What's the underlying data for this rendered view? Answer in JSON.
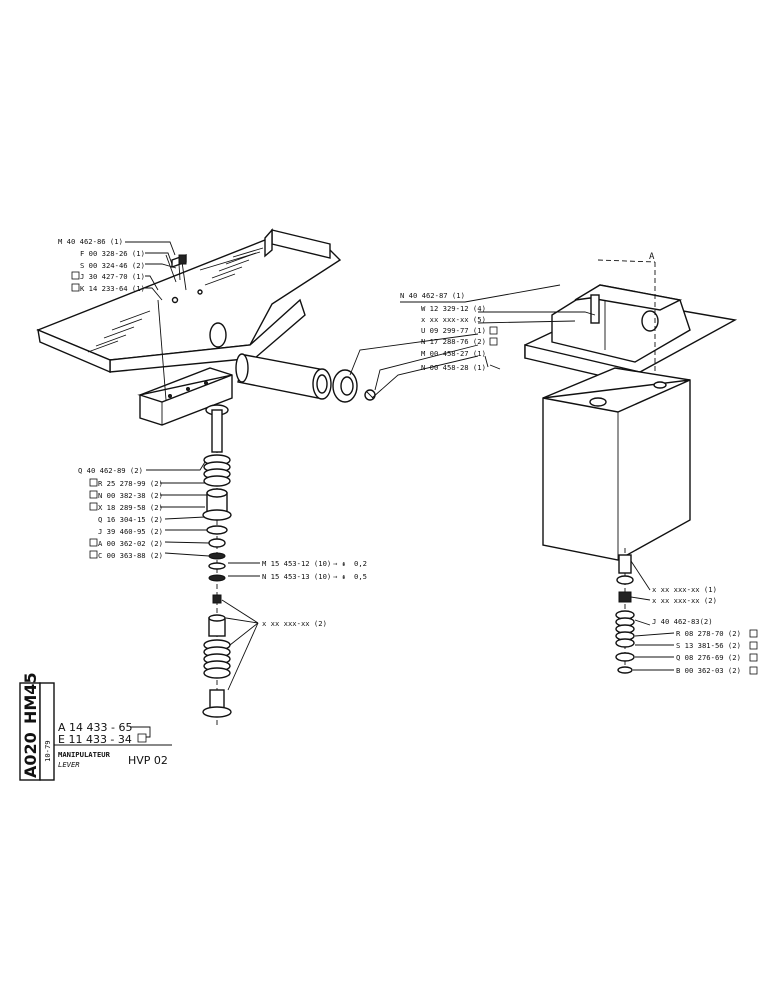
{
  "title_block": {
    "model": "HM45",
    "sheet": "A020",
    "date": "10-79",
    "part_a": "A 14 433 - 65",
    "part_e": "E 11 433 - 34",
    "title_fr": "MANIPULATEUR",
    "title_en": "LEVER",
    "code": "HVP 02"
  },
  "view_marker": "A",
  "pedal_labels": [
    "M 40 462-86 (1)",
    "F 00 328-26 (1)",
    "S 00 324-46 (2)",
    "J 30 427-70 (1)",
    "K 14 233-64 (1)"
  ],
  "left_stack_labels": [
    "Q 40 462-89 (2)",
    "R 25 278-99 (2)",
    "N 00 382-38 (2)",
    "X 18 289-58 (2)",
    "Q 16 304-15 (2)",
    "J 39 460-95 (2)",
    "A 00 362-02 (2)",
    "C 00 363-88 (2)"
  ],
  "shim_labels": [
    {
      "code": "M 15 453-12 (10)",
      "thickness": "0,2"
    },
    {
      "code": "N 15 453-13 (10)",
      "thickness": "0,5"
    }
  ],
  "lower_stack_label": "x xx xxx-xx (2)",
  "bracket_labels": [
    "N 40 462-87 (1)",
    "W 12 329-12 (4)",
    "x xx xxx-xx (5)",
    "U 09 299-77 (1)",
    "N 17 288-76 (2)",
    "M 00 458-27 (1)",
    "N 00 458-28 (1)"
  ],
  "right_stack_labels": [
    "x xx xxx-xx (1)",
    "x xx xxx-xx (2)",
    "J 40 462-83(2)",
    "R 08 278-70 (2)",
    "S 13 381-56 (2)",
    "Q 08 276-69 (2)",
    "B 00 362-03 (2)"
  ]
}
